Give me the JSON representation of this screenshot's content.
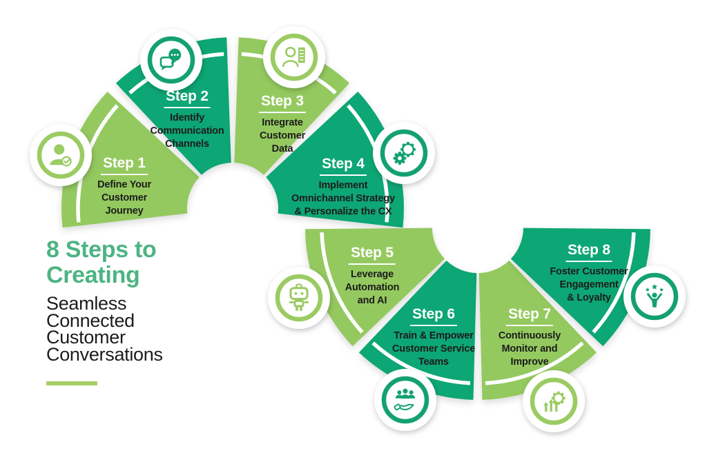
{
  "title": {
    "headline": "8 Steps to\nCreating",
    "subtitle": "Seamless\nConnected\nCustomer\nConversations"
  },
  "colors": {
    "light_green": "#94C95E",
    "teal": "#10A674",
    "ring_green": "#9BCB63",
    "ring_teal": "#14A171",
    "title_green": "#4DB483",
    "underline_bar": "#A5CE63",
    "text_dark": "#1C1C1C",
    "step_label_text": "#FFFFFF",
    "background": "#FFFFFF"
  },
  "steps": [
    {
      "label": "Step 1",
      "description": "Define Your\nCustomer\nJourney",
      "icon": "user-check-icon",
      "wedge_color": "light_green",
      "ring_color": "ring_green"
    },
    {
      "label": "Step 2",
      "description": "Identify\nCommunication\nChannels",
      "icon": "chat-bubbles-icon",
      "wedge_color": "teal",
      "ring_color": "ring_teal"
    },
    {
      "label": "Step 3",
      "description": "Integrate\nCustomer\nData",
      "icon": "user-profile-icon",
      "wedge_color": "light_green",
      "ring_color": "ring_green"
    },
    {
      "label": "Step 4",
      "description": "Implement\nOmnichannel Strategy\n& Personalize the CX",
      "icon": "gears-icon",
      "wedge_color": "teal",
      "ring_color": "ring_teal"
    },
    {
      "label": "Step 5",
      "description": "Leverage\nAutomation\nand AI",
      "icon": "robot-icon",
      "wedge_color": "light_green",
      "ring_color": "ring_green"
    },
    {
      "label": "Step 6",
      "description": "Train & Empower\nCustomer Service\nTeams",
      "icon": "team-hand-icon",
      "wedge_color": "teal",
      "ring_color": "ring_teal"
    },
    {
      "label": "Step 7",
      "description": "Continuously\nMonitor and\nImprove",
      "icon": "growth-gear-icon",
      "wedge_color": "light_green",
      "ring_color": "ring_green"
    },
    {
      "label": "Step 8",
      "description": "Foster Customer\nEngagement\n& Loyalty",
      "icon": "winner-stars-icon",
      "wedge_color": "teal",
      "ring_color": "ring_teal"
    }
  ]
}
